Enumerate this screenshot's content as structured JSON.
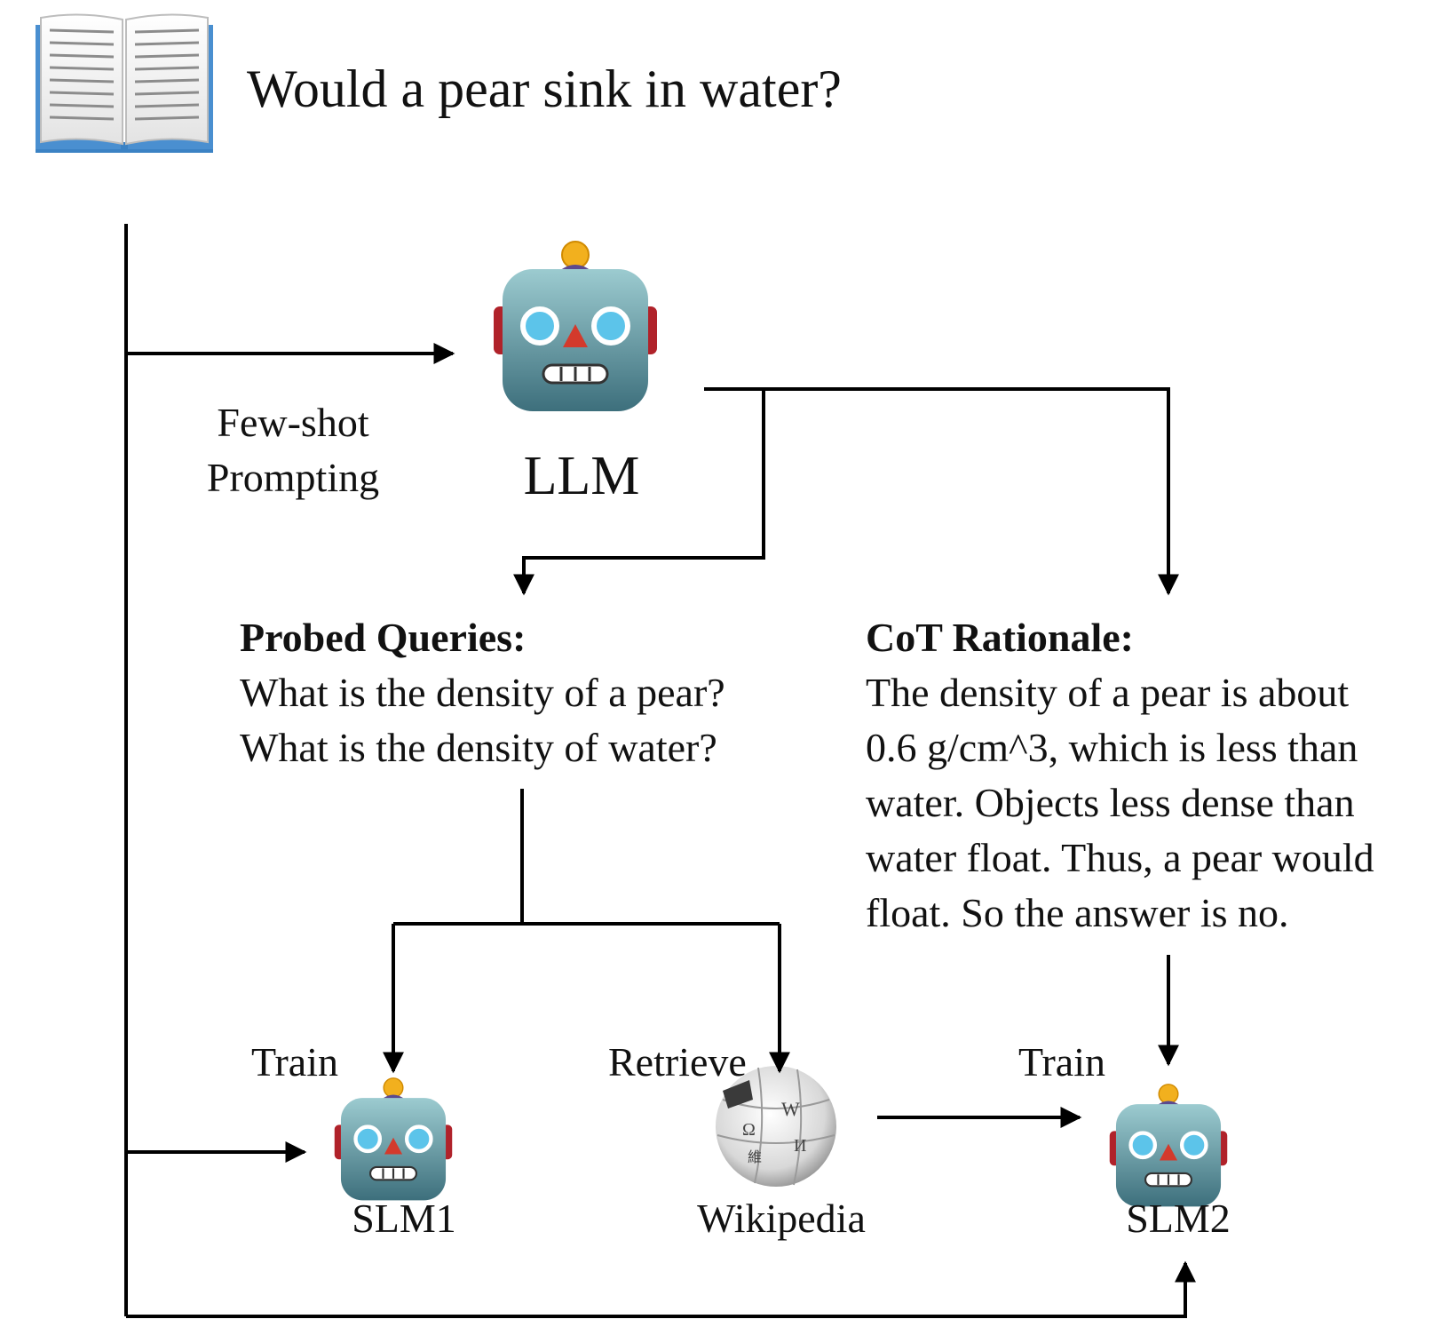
{
  "question": "Would a pear sink in water?",
  "labels": {
    "few_shot_line1": "Few-shot",
    "few_shot_line2": "Prompting",
    "llm": "LLM",
    "train_left": "Train",
    "retrieve": "Retrieve",
    "train_right": "Train",
    "slm1": "SLM1",
    "wikipedia": "Wikipedia",
    "slm2": "SLM2"
  },
  "probed_queries": {
    "heading": "Probed Queries:",
    "lines": [
      "What is the density of a pear?",
      "What is the density of water?"
    ]
  },
  "cot_rationale": {
    "heading": "CoT Rationale:",
    "lines": [
      "The density of a pear is about",
      "0.6 g/cm^3, which is less than",
      "water. Objects less dense than",
      "water float. Thus, a pear would",
      "float. So the answer is no."
    ]
  },
  "icons": [
    "book-icon",
    "robot-icon",
    "wikipedia-globe-icon"
  ],
  "colors": {
    "line": "#000000",
    "robot_face": "#5f8f9a",
    "robot_ear": "#b0222a",
    "robot_nose": "#d33a2c",
    "robot_antenna": "#f2b01e",
    "robot_eye": "#5cc4ea",
    "book_cover": "#3b82c4"
  }
}
